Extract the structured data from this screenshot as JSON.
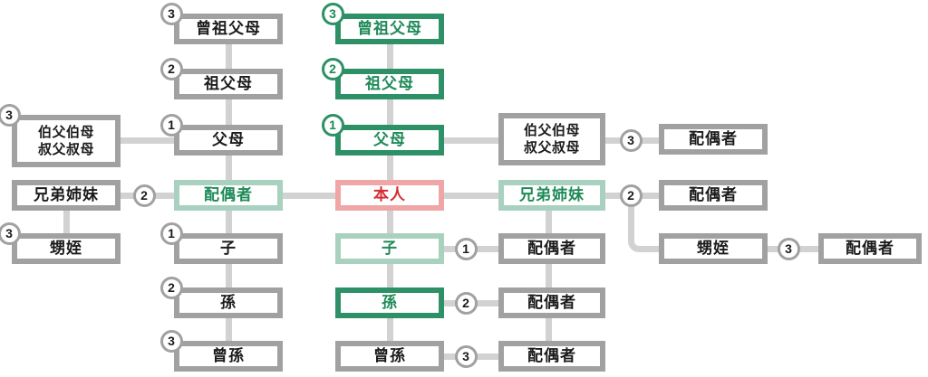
{
  "diagram": {
    "colors": {
      "box_border_gray": "#a1a1a1",
      "connector_line": "#d2d2d2",
      "green_dark": "#2e9066",
      "green_light": "#a8d1c0",
      "green_text": "#1e8a58",
      "red_border": "#f0a6a6",
      "red_text": "#d62b31",
      "text_black": "#1b1b1b"
    },
    "nodes": [
      {
        "id": "ggp-left",
        "label": "曾祖父母",
        "variant": "gray",
        "badge": {
          "num": "3",
          "color": "gray"
        }
      },
      {
        "id": "gp-left",
        "label": "祖父母",
        "variant": "gray",
        "badge": {
          "num": "2",
          "color": "gray"
        }
      },
      {
        "id": "parents-left",
        "label": "父母",
        "variant": "gray",
        "badge": {
          "num": "1",
          "color": "gray"
        }
      },
      {
        "id": "uncle-left",
        "label": "伯父伯母\n叔父叔母",
        "variant": "gray",
        "badge": {
          "num": "3",
          "color": "gray"
        }
      },
      {
        "id": "siblings-left",
        "label": "兄弟姉妹",
        "variant": "gray",
        "badge": null
      },
      {
        "id": "spouse-left",
        "label": "配偶者",
        "variant": "green-light",
        "badge": null
      },
      {
        "id": "nephew-left",
        "label": "甥姪",
        "variant": "gray",
        "badge": {
          "num": "3",
          "color": "gray"
        }
      },
      {
        "id": "child-left",
        "label": "子",
        "variant": "gray",
        "badge": {
          "num": "1",
          "color": "gray"
        }
      },
      {
        "id": "grandchild-left",
        "label": "孫",
        "variant": "gray",
        "badge": {
          "num": "2",
          "color": "gray"
        }
      },
      {
        "id": "ggrandchild-left",
        "label": "曾孫",
        "variant": "gray",
        "badge": {
          "num": "3",
          "color": "gray"
        }
      },
      {
        "id": "ggp-center",
        "label": "曾祖父母",
        "variant": "green-dark",
        "badge": {
          "num": "3",
          "color": "green"
        }
      },
      {
        "id": "gp-center",
        "label": "祖父母",
        "variant": "green-dark",
        "badge": {
          "num": "2",
          "color": "green"
        }
      },
      {
        "id": "parents-center",
        "label": "父母",
        "variant": "green-dark",
        "badge": {
          "num": "1",
          "color": "green"
        }
      },
      {
        "id": "self",
        "label": "本人",
        "variant": "red",
        "badge": null
      },
      {
        "id": "child-center",
        "label": "子",
        "variant": "green-light",
        "badge": null
      },
      {
        "id": "grandchild-center",
        "label": "孫",
        "variant": "green-dark",
        "badge": null
      },
      {
        "id": "ggrandchild-center",
        "label": "曾孫",
        "variant": "gray",
        "badge": null
      },
      {
        "id": "uncle-right",
        "label": "伯父伯母\n叔父叔母",
        "variant": "gray",
        "badge": null
      },
      {
        "id": "siblings-right",
        "label": "兄弟姉妹",
        "variant": "green-light",
        "badge": null
      },
      {
        "id": "spouse-uncle-right",
        "label": "配偶者",
        "variant": "gray",
        "badge": null
      },
      {
        "id": "spouse-siblings-right",
        "label": "配偶者",
        "variant": "gray",
        "badge": null
      },
      {
        "id": "spouse-child",
        "label": "配偶者",
        "variant": "gray",
        "badge": null
      },
      {
        "id": "spouse-grandchild",
        "label": "配偶者",
        "variant": "gray",
        "badge": null
      },
      {
        "id": "spouse-ggrandchild",
        "label": "配偶者",
        "variant": "gray",
        "badge": null
      },
      {
        "id": "nephew-right",
        "label": "甥姪",
        "variant": "gray",
        "badge": null
      },
      {
        "id": "spouse-nephew-right",
        "label": "配偶者",
        "variant": "gray",
        "badge": null
      }
    ],
    "connector_badges": [
      {
        "id": "cb-siblings-spouse-left",
        "num": "2",
        "color": "gray"
      },
      {
        "id": "cb-uncle-right",
        "num": "3",
        "color": "gray"
      },
      {
        "id": "cb-siblings-right",
        "num": "2",
        "color": "gray"
      },
      {
        "id": "cb-child-spouse",
        "num": "1",
        "color": "gray"
      },
      {
        "id": "cb-grandchild-spouse",
        "num": "2",
        "color": "gray"
      },
      {
        "id": "cb-ggrandchild-spouse",
        "num": "3",
        "color": "gray"
      },
      {
        "id": "cb-nephew-right",
        "num": "3",
        "color": "gray"
      }
    ]
  }
}
